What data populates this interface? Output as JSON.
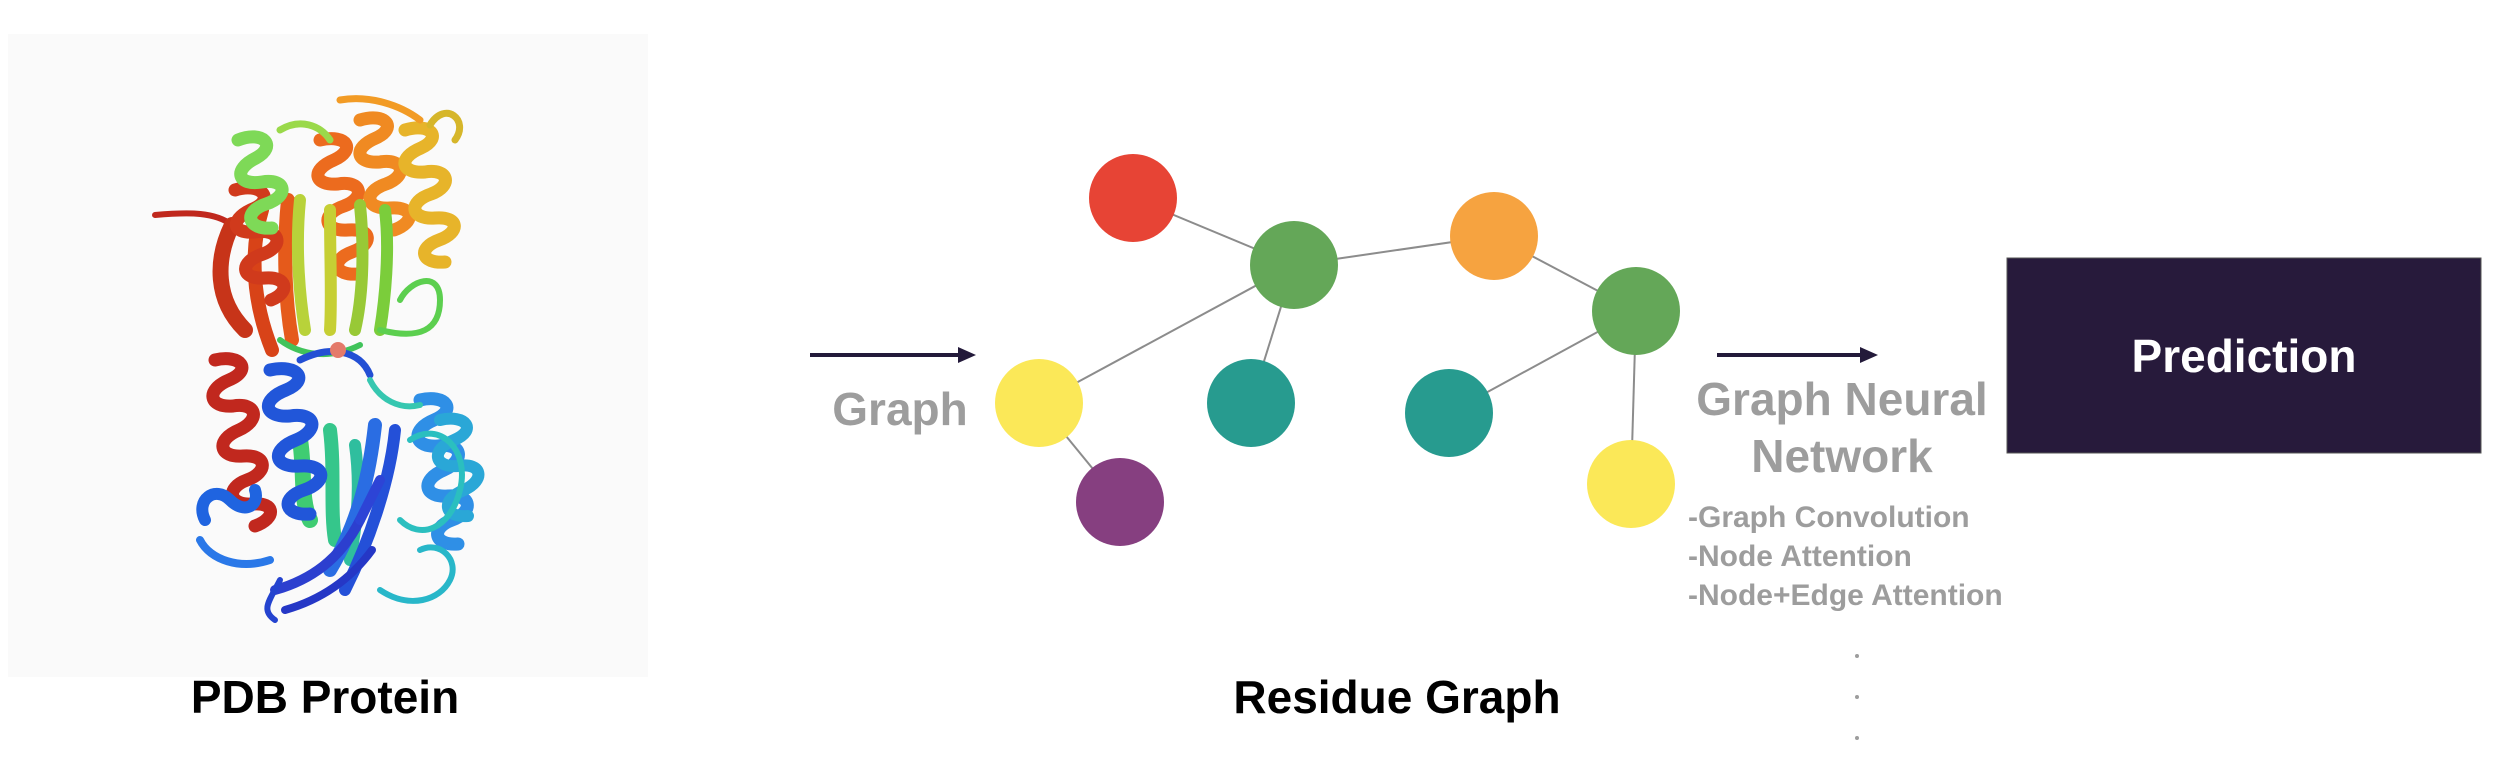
{
  "protein": {
    "caption": "PDB Protein",
    "image_description_icon": "protein-ribbon-icon",
    "panel_color": "#fafafa"
  },
  "step1": {
    "label": "Graph",
    "arrow_color": "#231a3a"
  },
  "residue_graph": {
    "caption": "Residue Graph",
    "edge_color": "#8c8c8c",
    "nodes": [
      {
        "id": "n-red",
        "color": "#e74435"
      },
      {
        "id": "n-green-a",
        "color": "#64a758"
      },
      {
        "id": "n-orange",
        "color": "#f6a340"
      },
      {
        "id": "n-green-b",
        "color": "#64a758"
      },
      {
        "id": "n-yellow-a",
        "color": "#fbe858"
      },
      {
        "id": "n-teal-a",
        "color": "#279b8f"
      },
      {
        "id": "n-teal-b",
        "color": "#279b8f"
      },
      {
        "id": "n-purple",
        "color": "#863f80"
      },
      {
        "id": "n-yellow-b",
        "color": "#fbe858"
      }
    ],
    "edges": [
      [
        "n-red",
        "n-green-a"
      ],
      [
        "n-green-a",
        "n-orange"
      ],
      [
        "n-orange",
        "n-green-b"
      ],
      [
        "n-green-a",
        "n-yellow-a"
      ],
      [
        "n-green-a",
        "n-teal-a"
      ],
      [
        "n-yellow-a",
        "n-purple"
      ],
      [
        "n-green-b",
        "n-teal-b"
      ],
      [
        "n-green-b",
        "n-yellow-b"
      ]
    ]
  },
  "gnn": {
    "title_line1": "Graph Neural",
    "title_line2": "Network",
    "variants": [
      "-Graph Convolution",
      "-Node Attention",
      "-Node+Edge Attention"
    ],
    "text_color": "#9d9d9d",
    "arrow_color": "#231a3a"
  },
  "prediction": {
    "label": "Prediction",
    "box_color": "#271a3b",
    "text_color": "#ffffff"
  }
}
